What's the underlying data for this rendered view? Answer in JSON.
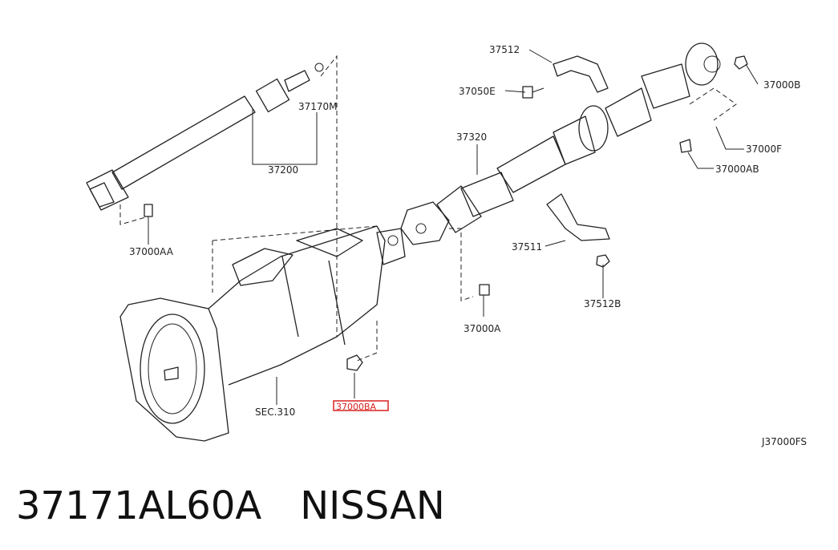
{
  "labels": {
    "p37170M": "37170M",
    "p37200": "37200",
    "p37000AA": "37000AA",
    "p37512": "37512",
    "p37050E": "37050E",
    "p37320": "37320",
    "p37000B": "37000B",
    "p37000F": "37000F",
    "p37000AB": "37000AB",
    "p37511": "37511",
    "p37512B": "37512B",
    "p37000A": "37000A",
    "sec310": "SEC.310",
    "p37000BA": "37000BA",
    "diagram_code": "J37000FS"
  },
  "highlight_color": "#d8201e",
  "caption": {
    "part_number": "37171AL60A",
    "brand": "NISSAN"
  }
}
